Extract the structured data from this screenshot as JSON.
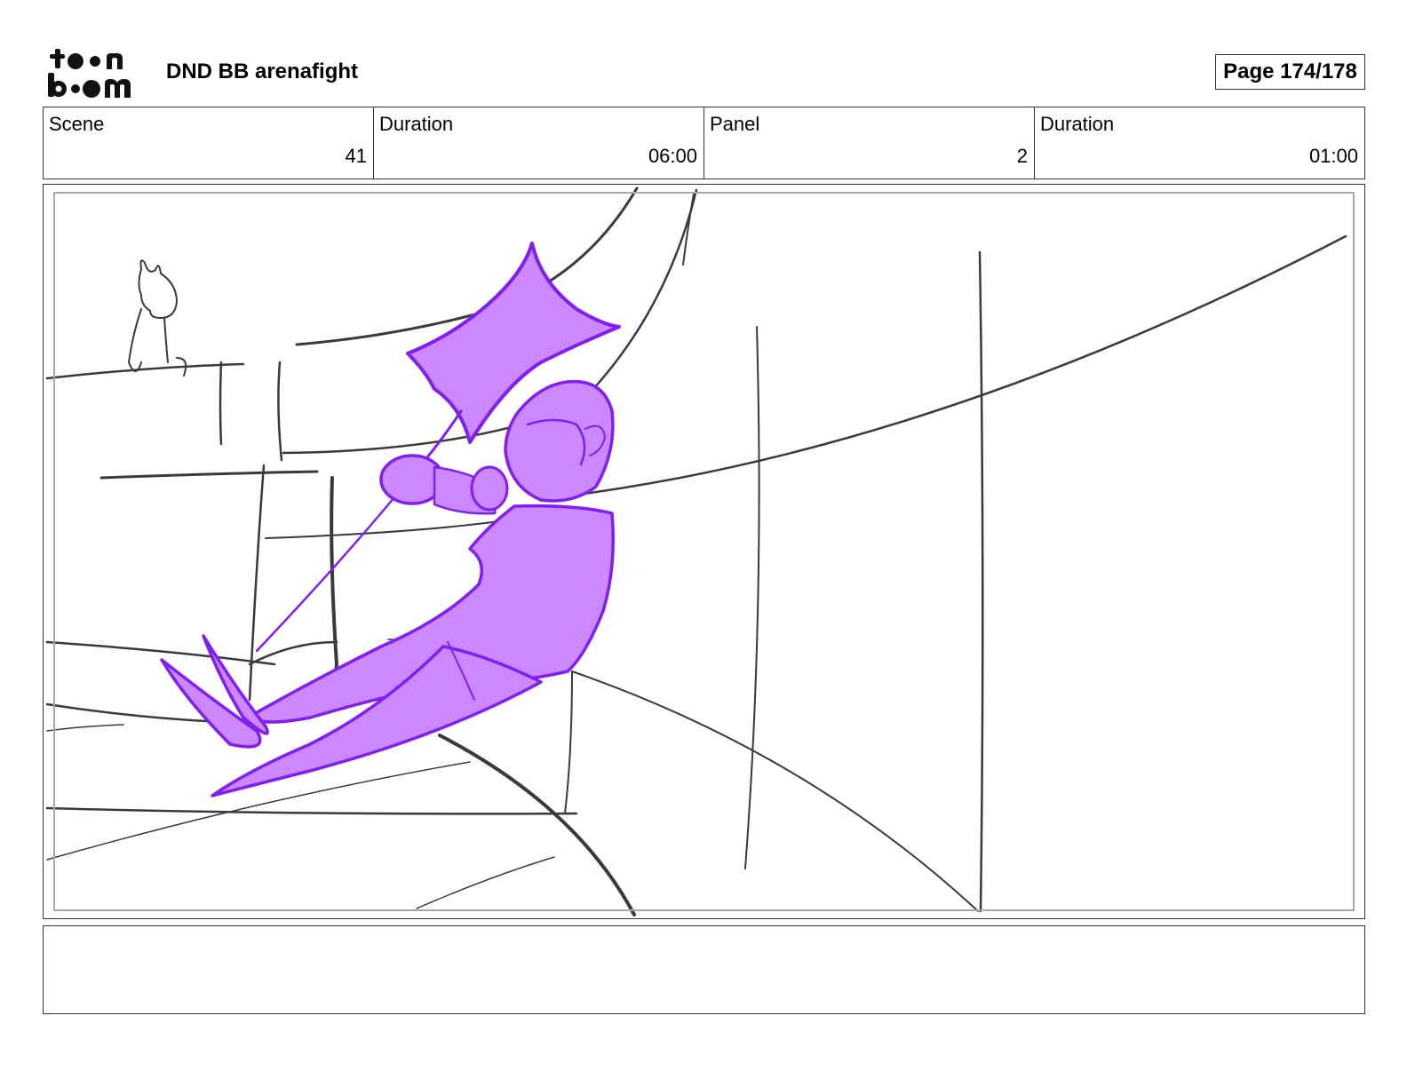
{
  "header": {
    "logo_text": "toon boom",
    "project_title": "DND BB arenafight",
    "page_label": "Page 174/178"
  },
  "info": {
    "scene_label": "Scene",
    "scene_value": "41",
    "scene_duration_label": "Duration",
    "scene_duration_value": "06:00",
    "panel_label": "Panel",
    "panel_value": "2",
    "panel_duration_label": "Duration",
    "panel_duration_value": "01:00"
  },
  "panel": {
    "sketch_line_color": "#3a3a3a",
    "character_color": "#7f1ff0",
    "character_fill": "#cc88ff",
    "safe_frame_color": "#a8a8a8"
  },
  "notes": {
    "text": ""
  }
}
